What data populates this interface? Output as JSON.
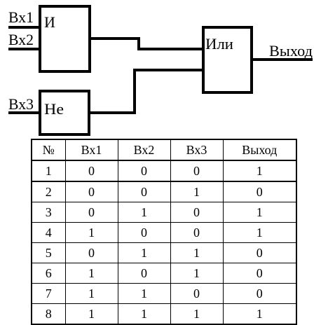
{
  "diagram": {
    "inputs": {
      "x1": "Вх1",
      "x2": "Вх2",
      "x3": "Вх3"
    },
    "gates": {
      "and": "И",
      "not": "Не",
      "or": "Или"
    },
    "output": "Выход"
  },
  "table": {
    "headers": [
      "№",
      "Вх1",
      "Вх2",
      "Вх3",
      "Выход"
    ],
    "rows": [
      [
        "1",
        "0",
        "0",
        "0",
        "1"
      ],
      [
        "2",
        "0",
        "0",
        "1",
        "0"
      ],
      [
        "3",
        "0",
        "1",
        "0",
        "1"
      ],
      [
        "4",
        "1",
        "0",
        "0",
        "1"
      ],
      [
        "5",
        "0",
        "1",
        "1",
        "0"
      ],
      [
        "6",
        "1",
        "0",
        "1",
        "0"
      ],
      [
        "7",
        "1",
        "1",
        "0",
        "0"
      ],
      [
        "8",
        "1",
        "1",
        "1",
        "1"
      ]
    ]
  }
}
